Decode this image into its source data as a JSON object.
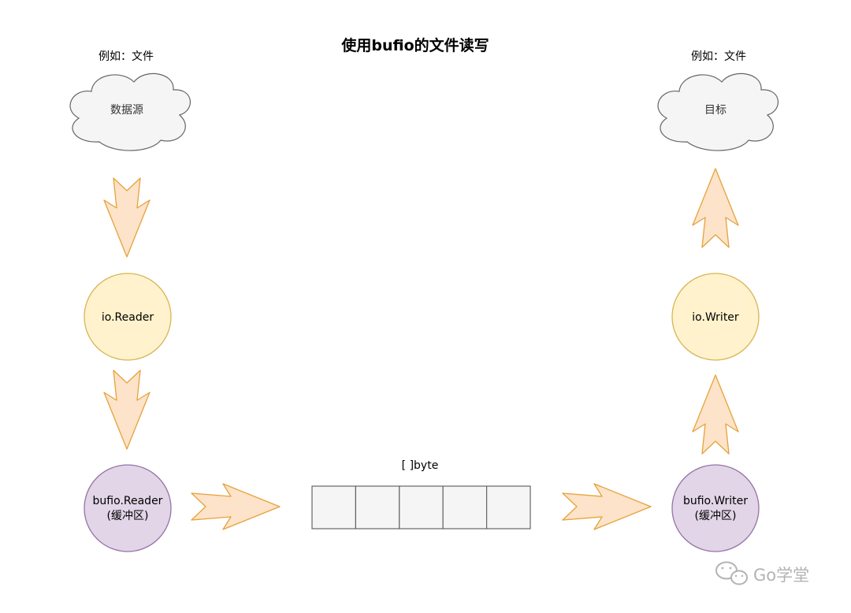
{
  "diagram": {
    "title": "使用bufio的文件读写",
    "source": {
      "caption": "例如：文件",
      "label": "数据源"
    },
    "target": {
      "caption": "例如：文件",
      "label": "目标"
    },
    "io_reader": {
      "label": "io.Reader"
    },
    "io_writer": {
      "label": "io.Writer"
    },
    "bufio_reader": {
      "line1": "bufio.Reader",
      "line2": "(缓冲区)"
    },
    "bufio_writer": {
      "line1": "bufio.Writer",
      "line2": "(缓冲区)"
    },
    "byte_slice": {
      "label": "[ ]byte",
      "cell_count": 5
    },
    "watermark": {
      "text": "Go学堂"
    }
  },
  "colors": {
    "arrow_fill": "#fce3c9",
    "arrow_stroke": "#e6a23a",
    "reader_fill": "#fff2cc",
    "reader_stroke": "#d6b656",
    "bufio_fill": "#e1d5e7",
    "bufio_stroke": "#9673a6",
    "cloud_fill": "#f5f5f5",
    "cloud_stroke": "#666666",
    "cell_fill": "#f5f5f5",
    "cell_stroke": "#666666",
    "watermark": "#b3b3b3"
  }
}
